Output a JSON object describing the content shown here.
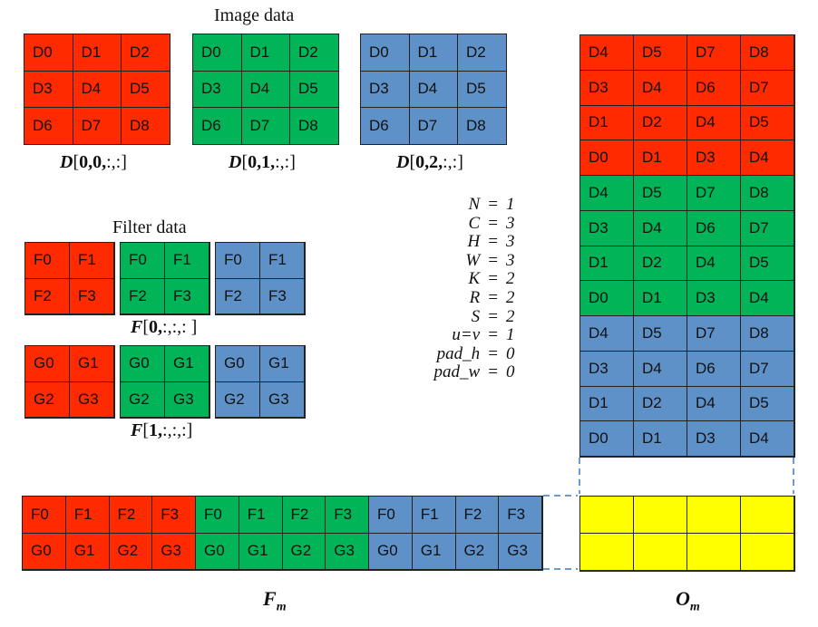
{
  "image_data": {
    "title": "Image data",
    "channels": [
      {
        "color": "red",
        "caption_main": "D",
        "caption_idx": "0,0,",
        "caption_rest": ":,:]",
        "cells": [
          "D0",
          "D1",
          "D2",
          "D3",
          "D4",
          "D5",
          "D6",
          "D7",
          "D8"
        ]
      },
      {
        "color": "green",
        "caption_main": "D",
        "caption_idx": "0,1,",
        "caption_rest": ":,:]",
        "cells": [
          "D0",
          "D1",
          "D2",
          "D3",
          "D4",
          "D5",
          "D6",
          "D7",
          "D8"
        ]
      },
      {
        "color": "blue",
        "caption_main": "D",
        "caption_idx": "0,2,",
        "caption_rest": ":,:]",
        "cells": [
          "D0",
          "D1",
          "D2",
          "D3",
          "D4",
          "D5",
          "D6",
          "D7",
          "D8"
        ]
      }
    ]
  },
  "filter_data": {
    "title": "Filter data",
    "filters": [
      {
        "caption_main": "F",
        "caption_idx": "0,",
        "caption_rest": ":,:,: ]",
        "channels": [
          {
            "color": "red",
            "cells": [
              "F0",
              "F1",
              "F2",
              "F3"
            ]
          },
          {
            "color": "green",
            "cells": [
              "F0",
              "F1",
              "F2",
              "F3"
            ]
          },
          {
            "color": "blue",
            "cells": [
              "F0",
              "F1",
              "F2",
              "F3"
            ]
          }
        ]
      },
      {
        "caption_main": "F",
        "caption_idx": "1,",
        "caption_rest": ":,:,:]",
        "channels": [
          {
            "color": "red",
            "cells": [
              "G0",
              "G1",
              "G2",
              "G3"
            ]
          },
          {
            "color": "green",
            "cells": [
              "G0",
              "G1",
              "G2",
              "G3"
            ]
          },
          {
            "color": "blue",
            "cells": [
              "G0",
              "G1",
              "G2",
              "G3"
            ]
          }
        ]
      }
    ]
  },
  "params": [
    {
      "name": "N",
      "value": "1"
    },
    {
      "name": "C",
      "value": "3"
    },
    {
      "name": "H",
      "value": "3"
    },
    {
      "name": "W",
      "value": "3"
    },
    {
      "name": "K",
      "value": "2"
    },
    {
      "name": "R",
      "value": "2"
    },
    {
      "name": "S",
      "value": "2"
    },
    {
      "name": "u=v",
      "value": "1"
    },
    {
      "name": "pad_h",
      "value": "0"
    },
    {
      "name": "pad_w",
      "value": "0"
    }
  ],
  "om_matrix": {
    "label_main": "O",
    "label_sub": "m",
    "rows": [
      {
        "color": "red",
        "cells": [
          "D4",
          "D5",
          "D7",
          "D8"
        ]
      },
      {
        "color": "red",
        "cells": [
          "D3",
          "D4",
          "D6",
          "D7"
        ]
      },
      {
        "color": "red",
        "cells": [
          "D1",
          "D2",
          "D4",
          "D5"
        ]
      },
      {
        "color": "red",
        "cells": [
          "D0",
          "D1",
          "D3",
          "D4"
        ]
      },
      {
        "color": "green",
        "cells": [
          "D4",
          "D5",
          "D7",
          "D8"
        ]
      },
      {
        "color": "green",
        "cells": [
          "D3",
          "D4",
          "D6",
          "D7"
        ]
      },
      {
        "color": "green",
        "cells": [
          "D1",
          "D2",
          "D4",
          "D5"
        ]
      },
      {
        "color": "green",
        "cells": [
          "D0",
          "D1",
          "D3",
          "D4"
        ]
      },
      {
        "color": "blue",
        "cells": [
          "D4",
          "D5",
          "D7",
          "D8"
        ]
      },
      {
        "color": "blue",
        "cells": [
          "D3",
          "D4",
          "D6",
          "D7"
        ]
      },
      {
        "color": "blue",
        "cells": [
          "D1",
          "D2",
          "D4",
          "D5"
        ]
      },
      {
        "color": "blue",
        "cells": [
          "D0",
          "D1",
          "D3",
          "D4"
        ]
      }
    ],
    "result_rows": 2,
    "result_cols": 4
  },
  "fm_matrix": {
    "label_main": "F",
    "label_sub": "m",
    "rows": [
      {
        "cells": [
          "F0",
          "F1",
          "F2",
          "F3",
          "F0",
          "F1",
          "F2",
          "F3",
          "F0",
          "F1",
          "F2",
          "F3"
        ]
      },
      {
        "cells": [
          "G0",
          "G1",
          "G2",
          "G3",
          "G0",
          "G1",
          "G2",
          "G3",
          "G0",
          "G1",
          "G2",
          "G3"
        ]
      }
    ],
    "column_colors": [
      "red",
      "red",
      "red",
      "red",
      "green",
      "green",
      "green",
      "green",
      "blue",
      "blue",
      "blue",
      "blue"
    ]
  },
  "colors": {
    "red": "#ff2a00",
    "green": "#00b457",
    "blue": "#5f91c9",
    "yellow": "#ffff00",
    "dash": "#6a9ad0"
  }
}
